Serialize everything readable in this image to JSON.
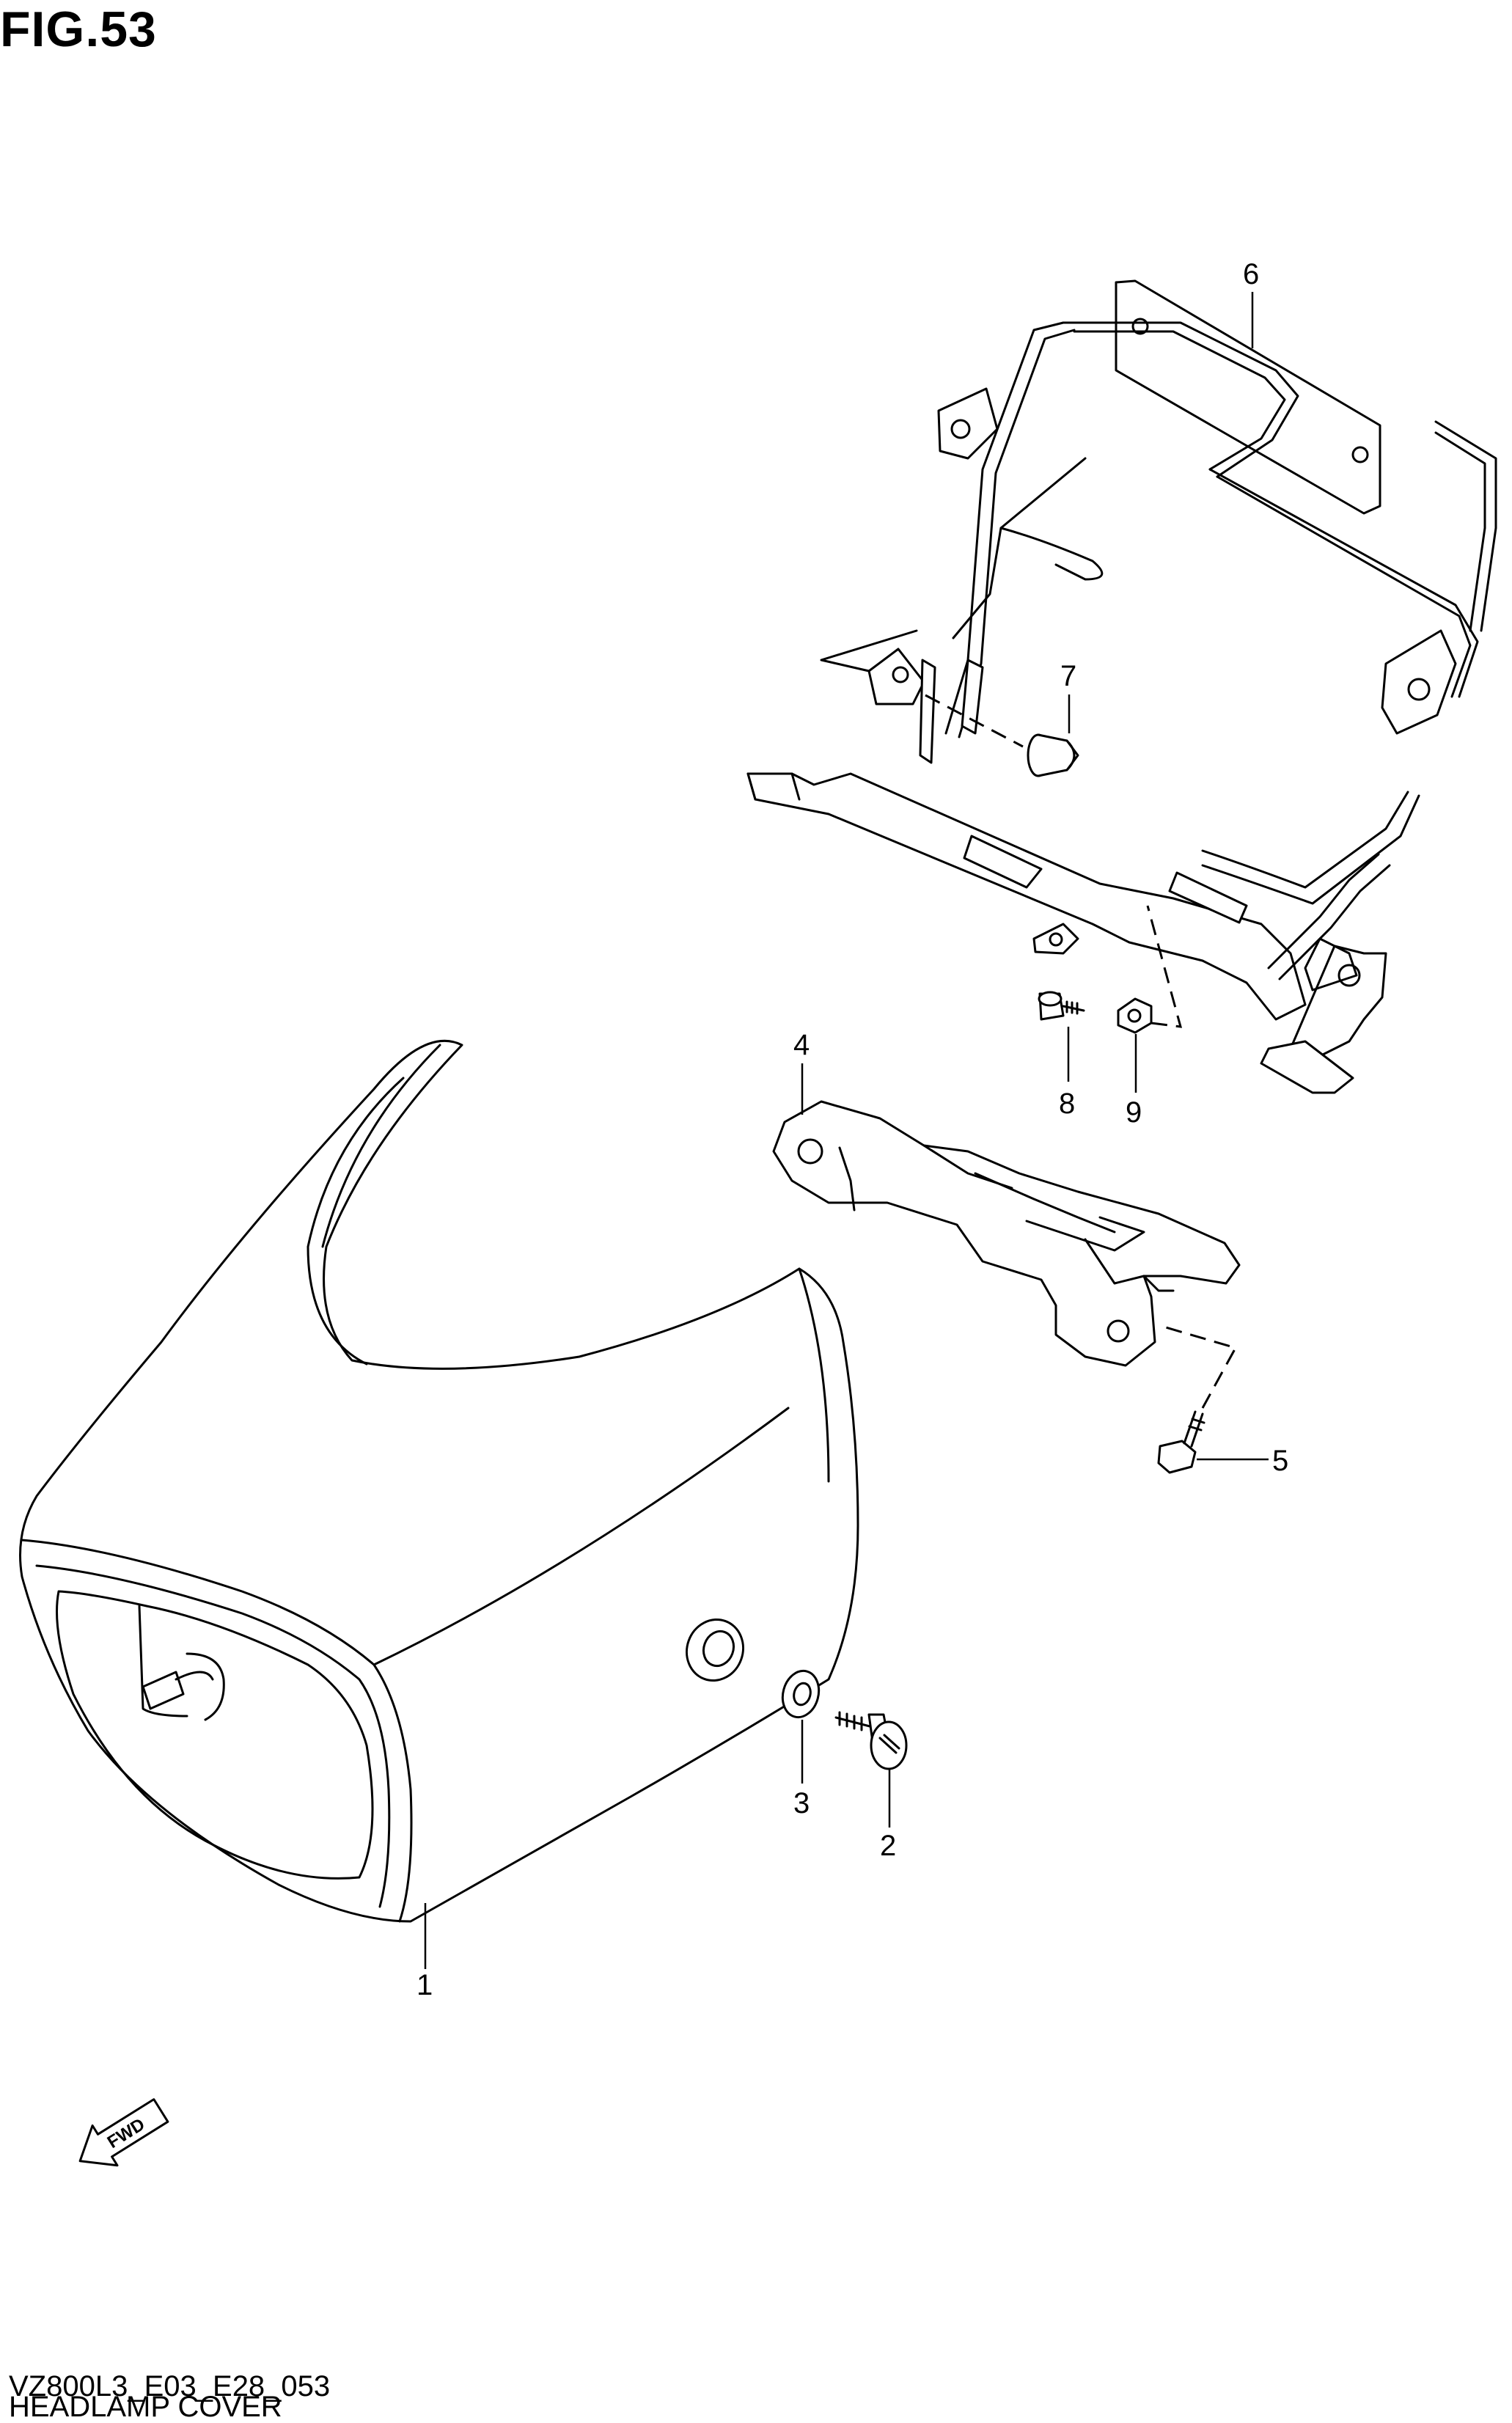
{
  "figure": {
    "title": "FIG.53",
    "model_code": "VZ800L3_E03_E28_053",
    "section_name": "HEADLAMP COVER"
  },
  "direction_marker": {
    "label": "FWD",
    "icon": "forward-arrow-icon"
  },
  "parts": [
    {
      "ref": "1",
      "part": "headlamp-cover"
    },
    {
      "ref": "2",
      "part": "cover-bolt"
    },
    {
      "ref": "3",
      "part": "washer"
    },
    {
      "ref": "4",
      "part": "cover-brace"
    },
    {
      "ref": "5",
      "part": "brace-bolt"
    },
    {
      "ref": "6",
      "part": "headlamp-bracket"
    },
    {
      "ref": "7",
      "part": "clip"
    },
    {
      "ref": "8",
      "part": "bracket-bolt"
    },
    {
      "ref": "9",
      "part": "nut"
    }
  ]
}
